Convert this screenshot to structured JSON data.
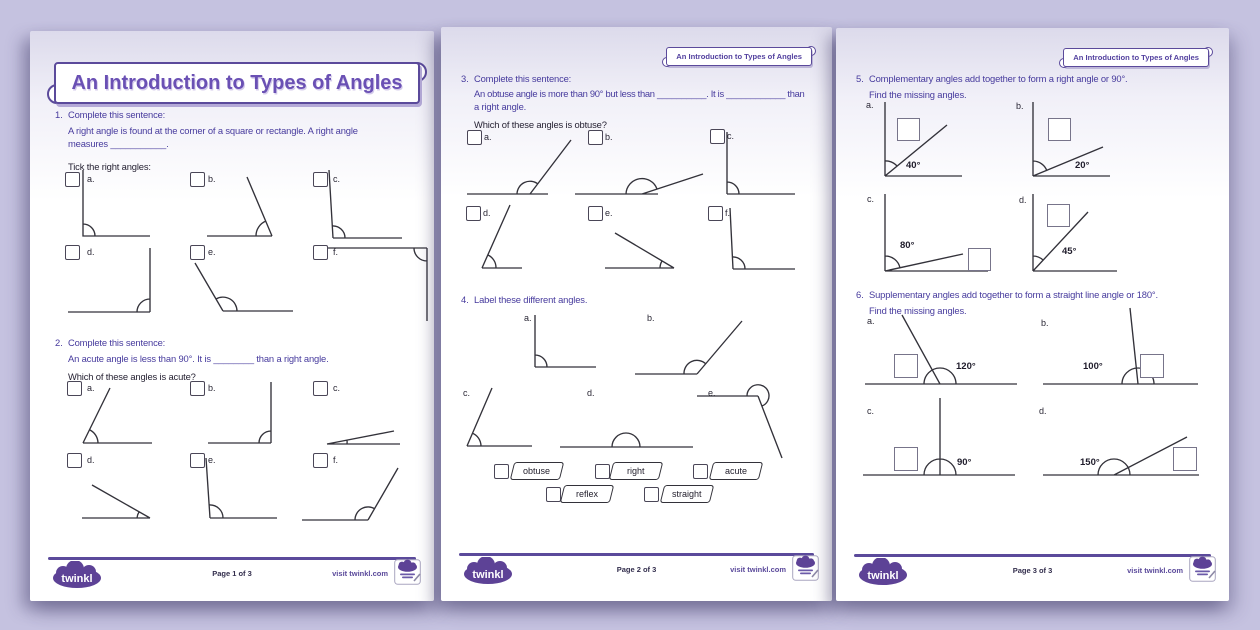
{
  "colors": {
    "background": "#c5c2e0",
    "accent": "#5b4a9b",
    "text_purple": "#463a9d",
    "text_dark": "#262233"
  },
  "banner_title": "An Introduction to Types of Angles",
  "page_badge": "An Introduction to Types of Angles",
  "q1": {
    "num": "1.",
    "prompt": "Complete this sentence:",
    "line1": "A right angle is found at the corner of a square or rectangle. A right angle",
    "line2": "measures ___________.",
    "instruction": "Tick the right angles:",
    "letters": [
      "a.",
      "b.",
      "c.",
      "d.",
      "e.",
      "f."
    ]
  },
  "q2": {
    "num": "2.",
    "prompt": "Complete this sentence:",
    "line1": "An acute angle is less than 90°. It is ________ than a right angle.",
    "instruction": "Which of these angles is acute?",
    "letters": [
      "a.",
      "b.",
      "c.",
      "d.",
      "e.",
      "f."
    ]
  },
  "q3": {
    "num": "3.",
    "prompt": "Complete this sentence:",
    "line1": "An obtuse angle is more than 90° but less than __________. It is ____________ than",
    "line2": "a right angle.",
    "instruction": "Which of these angles is obtuse?",
    "letters": [
      "a.",
      "b.",
      "c.",
      "d.",
      "e.",
      "f."
    ]
  },
  "q4": {
    "num": "4.",
    "prompt": "Label these different angles.",
    "letters": [
      "a.",
      "b.",
      "c.",
      "d.",
      "e."
    ],
    "word_bank": [
      "obtuse",
      "right",
      "acute",
      "reflex",
      "straight"
    ]
  },
  "q5": {
    "num": "5.",
    "line1": "Complementary angles add together to form a right angle or 90°.",
    "line2": "Find the missing angles.",
    "items": [
      {
        "letter": "a.",
        "angle": "40°"
      },
      {
        "letter": "b.",
        "angle": "20°"
      },
      {
        "letter": "c.",
        "angle": "80°"
      },
      {
        "letter": "d.",
        "angle": "45°"
      }
    ]
  },
  "q6": {
    "num": "6.",
    "line1": "Supplementary angles add together to form a straight line angle or 180°.",
    "line2": "Find the missing angles.",
    "items": [
      {
        "letter": "a.",
        "angle": "120°"
      },
      {
        "letter": "b.",
        "angle": "100°"
      },
      {
        "letter": "c.",
        "angle": "90°"
      },
      {
        "letter": "d.",
        "angle": "150°"
      }
    ]
  },
  "footer": {
    "brand": "twinkl",
    "visit": "visit twinkl.com",
    "pages": [
      "Page 1 of 3",
      "Page 2 of 3",
      "Page 3 of 3"
    ]
  }
}
